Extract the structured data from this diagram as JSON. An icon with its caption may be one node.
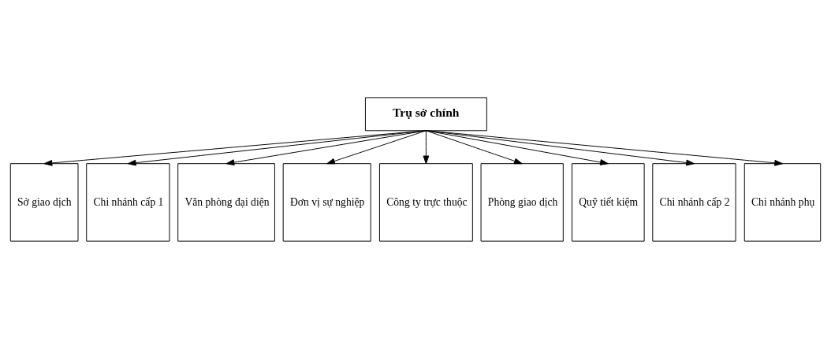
{
  "diagram": {
    "nodes": [
      {
        "text": [
          "Trụ sở chính"
        ]
      },
      {
        "text": [
          "Sở giao dịch"
        ]
      },
      {
        "text": [
          "Chi nhánh cấp 1"
        ]
      },
      {
        "text": [
          "Văn phòng đại diện"
        ]
      },
      {
        "text": [
          "Đơn vị sự nghiệp"
        ]
      },
      {
        "text": [
          "Công ty trực thuộc"
        ]
      },
      {
        "text": [
          "Phòng giao dịch"
        ]
      },
      {
        "text": [
          "Quỹ tiết kiệm"
        ]
      },
      {
        "text": [
          "Chi nhánh cấp 2"
        ]
      },
      {
        "text": [
          "Chi nhánh phụ"
        ]
      }
    ],
    "edges": [
      {
        "from": 0,
        "to": 1,
        "arrow": "to"
      },
      {
        "from": 0,
        "to": 2,
        "arrow": "to"
      },
      {
        "from": 0,
        "to": 3,
        "arrow": "to"
      },
      {
        "from": 0,
        "to": 4,
        "arrow": "to"
      },
      {
        "from": 0,
        "to": 5,
        "arrow": "to"
      },
      {
        "from": 0,
        "to": 6,
        "arrow": "to"
      },
      {
        "from": 0,
        "to": 7,
        "arrow": "to"
      },
      {
        "from": 0,
        "to": 8,
        "arrow": "to"
      },
      {
        "from": 0,
        "to": 9,
        "arrow": "to"
      }
    ]
  }
}
